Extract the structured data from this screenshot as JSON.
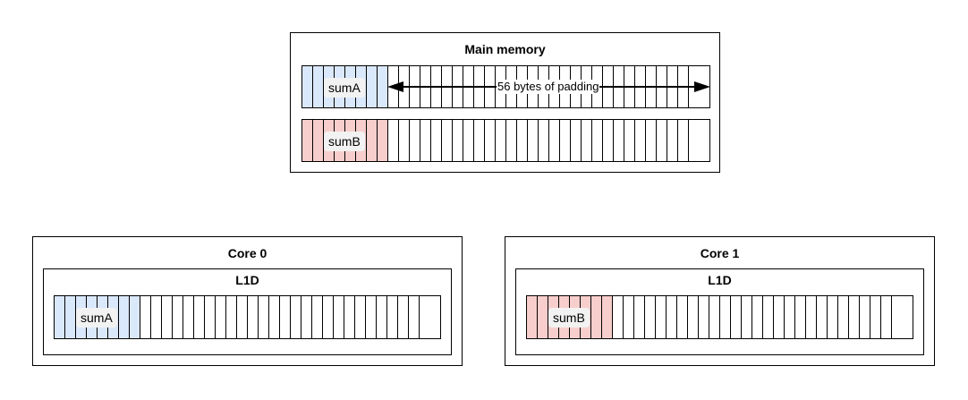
{
  "main_memory": {
    "title": "Main memory",
    "lines": [
      {
        "label": "sumA",
        "fill": "#dae8fc"
      },
      {
        "label": "sumB",
        "fill": "#f8cecc"
      }
    ],
    "padding_label": "56 bytes of padding"
  },
  "cores": [
    {
      "title": "Core 0",
      "cache_title": "L1D",
      "label": "sumA",
      "fill": "#dae8fc"
    },
    {
      "title": "Core 1",
      "cache_title": "L1D",
      "label": "sumB",
      "fill": "#f8cecc"
    }
  ],
  "colors": {
    "border": "#000000",
    "chip": "#f2f2f2",
    "sumA": "#dae8fc",
    "sumB": "#f8cecc"
  }
}
